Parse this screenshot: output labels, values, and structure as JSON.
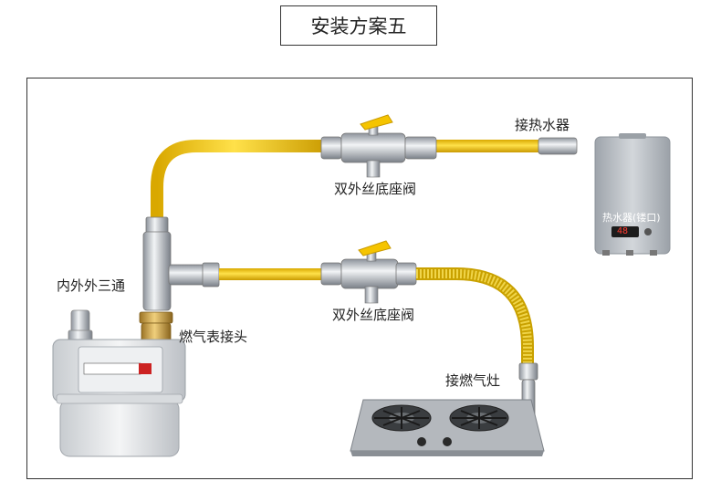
{
  "title": "安装方案五",
  "labels": {
    "water_heater_connection": "接热水器",
    "valve_upper": "双外丝底座阀",
    "valve_lower": "双外丝底座阀",
    "tee": "内外外三通",
    "meter_joint": "燃气表接头",
    "stove_connection": "接燃气灶",
    "water_heater_panel": "热水器(镂口)",
    "water_heater_display": "48"
  },
  "colors": {
    "hose_yellow": "#f2c200",
    "fitting_silver": "#c8ccd2",
    "brass": "#c9a14a",
    "valve_handle": "#f5c400",
    "heater_body": "#b9bec5",
    "stove_steel": "#a9adb3"
  }
}
